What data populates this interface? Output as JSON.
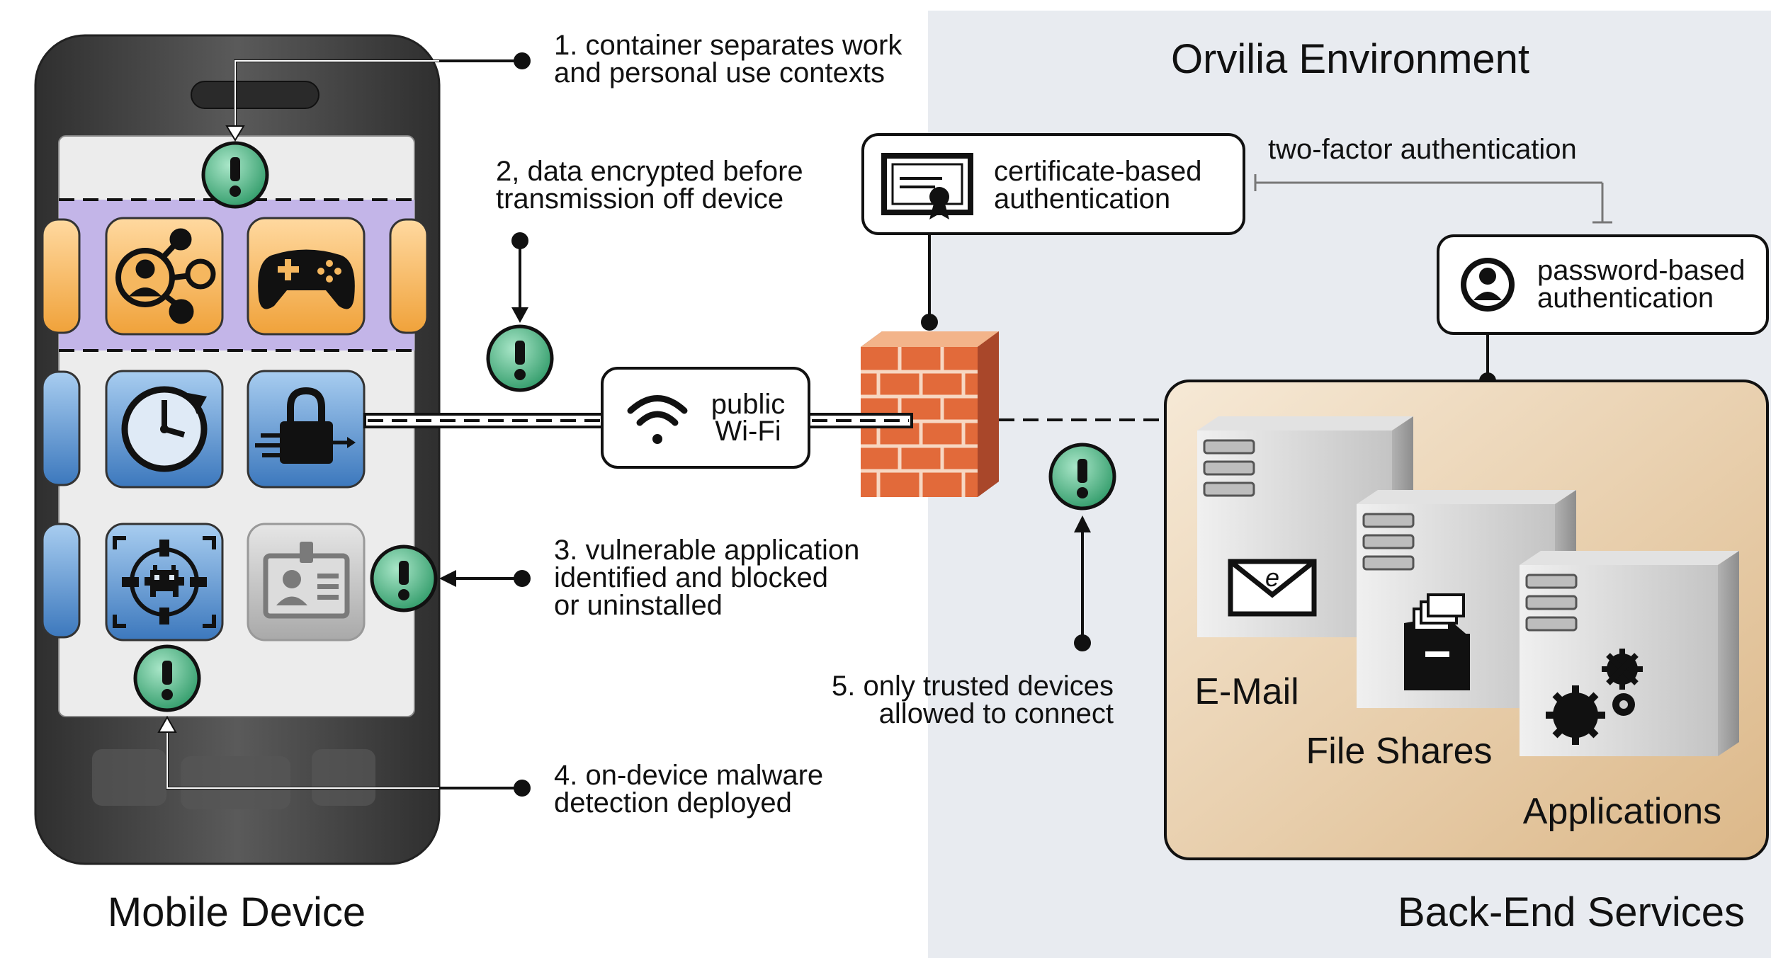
{
  "environment": {
    "title": "Orvilia Environment",
    "panel_color": "#e8ebf0"
  },
  "mobile_device": {
    "label": "Mobile Device"
  },
  "backend": {
    "label": "Back-End Services",
    "servers": [
      {
        "label": "E-Mail",
        "icon": "envelope-icon"
      },
      {
        "label": "File Shares",
        "icon": "file-drawer-icon"
      },
      {
        "label": "Applications",
        "icon": "gears-icon"
      }
    ]
  },
  "callouts": {
    "c1": {
      "line1": "1. container separates work",
      "line2": "and personal use contexts"
    },
    "c2": {
      "line1": "2, data encrypted before",
      "line2": "transmission off device"
    },
    "c3": {
      "line1": "3. vulnerable application",
      "line2": "identified and blocked",
      "line3": "or uninstalled"
    },
    "c4": {
      "line1": "4. on-device malware",
      "line2": "detection deployed"
    },
    "c5": {
      "line1": "5. only trusted devices",
      "line2": "allowed to connect"
    }
  },
  "wifi": {
    "line1": "public",
    "line2": "Wi-Fi",
    "icon": "wifi-icon"
  },
  "auth": {
    "certificate": {
      "line1": "certificate-based",
      "line2": "authentication",
      "icon": "certificate-icon"
    },
    "password": {
      "line1": "password-based",
      "line2": "authentication",
      "icon": "user-icon"
    },
    "two_factor": "two-factor authentication"
  },
  "apps": [
    {
      "icon": "social-network-icon"
    },
    {
      "icon": "gamepad-icon"
    },
    {
      "icon": "clock-history-icon"
    },
    {
      "icon": "encrypted-lock-icon"
    },
    {
      "icon": "malware-target-icon"
    },
    {
      "icon": "id-badge-icon"
    }
  ],
  "colors": {
    "alert_green": "#3aaa7a",
    "container_purple": "#c3b5e8",
    "app_orange": "#f2a93b",
    "app_blue": "#3f7fc4",
    "firewall_brick": "#e06a3a",
    "backend_panel": "#e9cfa7"
  }
}
